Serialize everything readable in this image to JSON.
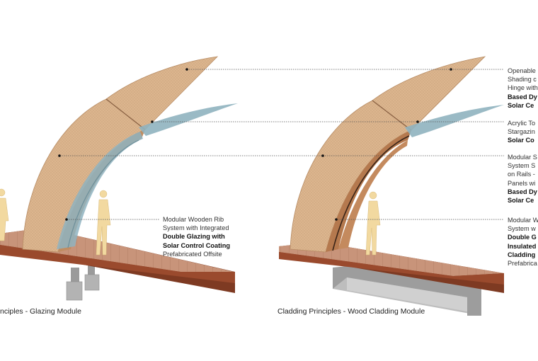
{
  "left_module": {
    "caption": "nciples - Glazing Module",
    "annotation": {
      "lines": [
        {
          "text": "Modular Wooden Rib",
          "bold": false
        },
        {
          "text": "System with Integrated",
          "bold": false
        },
        {
          "text": "Double Glazing with",
          "bold": true
        },
        {
          "text": "Solar Control Coating",
          "bold": true
        },
        {
          "text": "Prefabricated Offsite",
          "bold": false
        }
      ]
    }
  },
  "right_module": {
    "caption": "Cladding Principles - Wood Cladding Module",
    "annotations": [
      {
        "id": "openable",
        "lines": [
          {
            "text": "Openable",
            "bold": false
          },
          {
            "text": "Shading c",
            "bold": false
          },
          {
            "text": "Hinge with",
            "bold": false
          },
          {
            "text": "Based Dy",
            "bold": true
          },
          {
            "text": "Solar Ce",
            "bold": true
          }
        ]
      },
      {
        "id": "acrylic",
        "lines": [
          {
            "text": "Acrylic To",
            "bold": false
          },
          {
            "text": "Stargazin",
            "bold": false
          },
          {
            "text": "Solar Co",
            "bold": true
          }
        ]
      },
      {
        "id": "modular-sliding",
        "lines": [
          {
            "text": "Modular S",
            "bold": false
          },
          {
            "text": "System S",
            "bold": false
          },
          {
            "text": "on Rails -",
            "bold": false
          },
          {
            "text": "Panels wi",
            "bold": false
          },
          {
            "text": "Based Dy",
            "bold": true
          },
          {
            "text": "Solar Ce",
            "bold": true
          }
        ]
      },
      {
        "id": "modular-wood",
        "lines": [
          {
            "text": "Modular W",
            "bold": false
          },
          {
            "text": "System w",
            "bold": false
          },
          {
            "text": "Double G",
            "bold": true
          },
          {
            "text": "Insulated",
            "bold": true
          },
          {
            "text": "Cladding",
            "bold": true
          },
          {
            "text": "Prefabrica",
            "bold": false
          }
        ]
      }
    ]
  },
  "colors": {
    "wood_light": "#dcb58e",
    "wood_face": "#c9966a",
    "wood_dark": "#8a4a2c",
    "deck_top": "#c8947a",
    "deck_edge": "#8a3e26",
    "glass": "#8fb3bf",
    "concrete": "#a9a9a9",
    "leader": "#555555"
  }
}
